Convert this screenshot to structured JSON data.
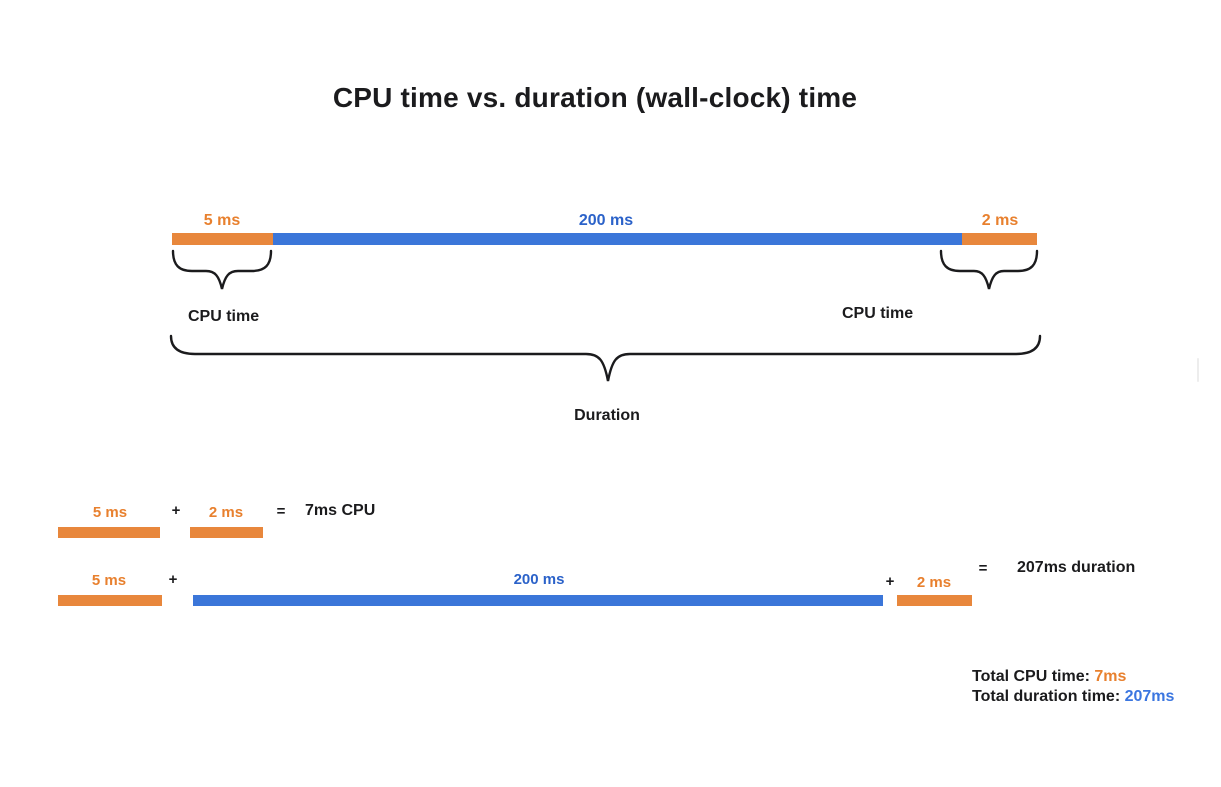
{
  "title": "CPU time vs. duration (wall-clock) time",
  "colors": {
    "orange_bar": "#E8873C",
    "orange_text": "#E8802E",
    "blue_bar": "#3B76D9",
    "blue_text": "#2B62C9",
    "totals_blue": "#3B76E0",
    "text_dark": "#1B1B1D",
    "background": "#FFFFFF"
  },
  "symbols": {
    "plus": "+",
    "equals": "="
  },
  "timeline": {
    "segments": [
      {
        "label": "5 ms",
        "value_ms": 5,
        "color": "orange"
      },
      {
        "label": "200 ms",
        "value_ms": 200,
        "color": "blue"
      },
      {
        "label": "2 ms",
        "value_ms": 2,
        "color": "orange"
      }
    ],
    "left_brace_label": "CPU time",
    "right_brace_label": "CPU time",
    "duration_brace_label": "Duration"
  },
  "cpu_equation": {
    "terms": [
      "5 ms",
      "2 ms"
    ],
    "result": "7ms CPU"
  },
  "duration_equation": {
    "terms": [
      "5 ms",
      "200 ms",
      "2 ms"
    ],
    "result": "207ms duration"
  },
  "totals": {
    "cpu_label": "Total CPU time:",
    "cpu_value": "7ms",
    "duration_label": "Total duration time:",
    "duration_value": "207ms"
  }
}
